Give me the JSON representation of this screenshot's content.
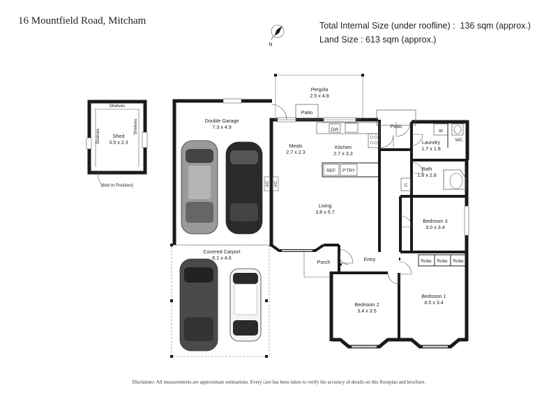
{
  "header": {
    "address": "16 Mountfield Road, Mitcham",
    "internal_size_label": "Total Internal Size (under roofline) :",
    "internal_size_value": "136 sqm (approx.)",
    "land_size": "Land Size : 613 sqm (approx.)"
  },
  "compass": {
    "north_label": "N"
  },
  "rooms": {
    "shed": {
      "name": "Shed",
      "size": "3.5 x 2.3",
      "shelves_top": "Shelves",
      "shelves_left": "Shelves",
      "shelves_right": "Shelves",
      "note": "(Not In Position)"
    },
    "double_garage": {
      "name": "Double Garage",
      "size": "7.3 x 4.9"
    },
    "covered_carport": {
      "name": "Covered Carport",
      "size": "6.1 x 4.6"
    },
    "pergola": {
      "name": "Pergola",
      "size": "2.5 x 4.8"
    },
    "patio_left": {
      "name": "Patio"
    },
    "patio_right": {
      "name": "Patio"
    },
    "meals": {
      "name": "Meals",
      "size": "2.7 x 2.3"
    },
    "kitchen": {
      "name": "Kitchen",
      "size": "2.7 x 3.3"
    },
    "living": {
      "name": "Living",
      "size": "3.8 x 5.7"
    },
    "laundry": {
      "name": "Laundry",
      "size": "1.7 x 1.8"
    },
    "bath": {
      "name": "Bath",
      "size": "1.8 x 2.8"
    },
    "bedroom3": {
      "name": "Bedroom 3",
      "size": "3.0 x 3.4"
    },
    "bedroom2": {
      "name": "Bedroom 2",
      "size": "3.4 x 3.5"
    },
    "bedroom1": {
      "name": "Bedroom 1",
      "size": "4.5 x 3.4"
    },
    "porch": {
      "name": "Porch"
    },
    "entry": {
      "name": "Entry"
    }
  },
  "fixtures": {
    "dw": "DW",
    "ref": "REF.",
    "pantry": "P'TRY",
    "w": "W",
    "wc": "WC",
    "c": "C",
    "ac1": "AC",
    "ac2": "AC",
    "robe1": "Robe",
    "robe2": "Robe",
    "robe3": "Robe"
  },
  "footer": {
    "disclaimer": "Disclaimer: All measurements are approximate estimations. Every care has been taken to verify the accuracy of details on this floorplan and brochure."
  }
}
